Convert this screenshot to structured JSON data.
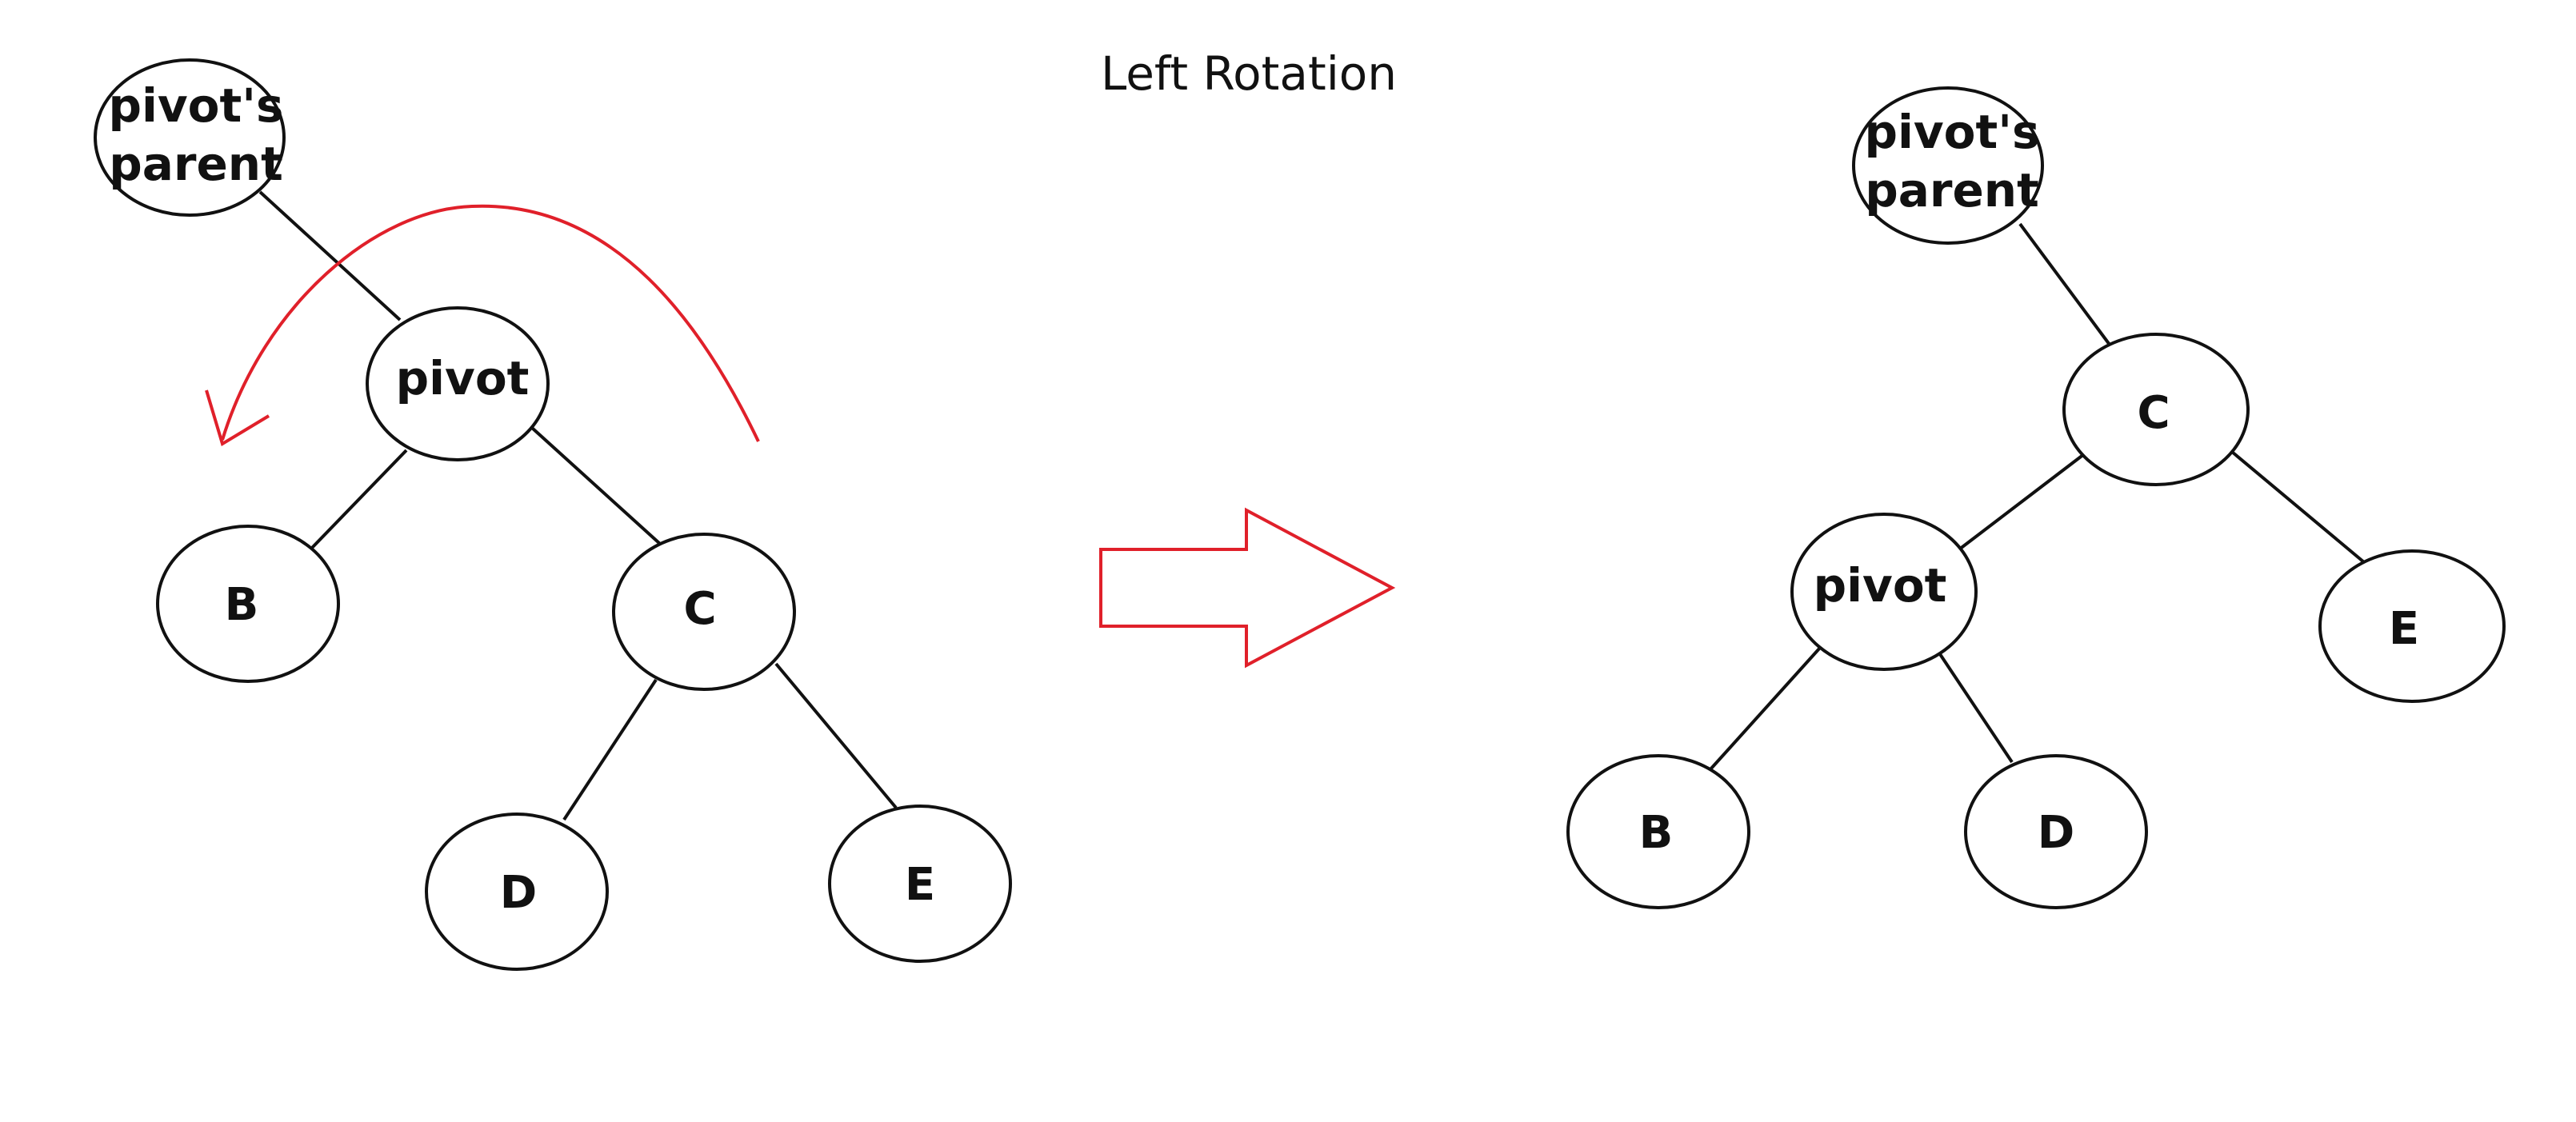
{
  "title": "Left Rotation",
  "colors": {
    "line": "#111111",
    "accent": "#e0202a"
  },
  "before": {
    "nodes": {
      "parent": [
        "pivot's",
        "parent"
      ],
      "pivot": "pivot",
      "b": "B",
      "c": "C",
      "d": "D",
      "e": "E"
    },
    "rotation_arrow_icon": "curved-arrow-icon"
  },
  "transition_icon": "right-arrow-icon",
  "after": {
    "nodes": {
      "parent": [
        "pivot's",
        "parent"
      ],
      "c": "C",
      "pivot": "pivot",
      "e": "E",
      "b": "B",
      "d": "D"
    }
  }
}
